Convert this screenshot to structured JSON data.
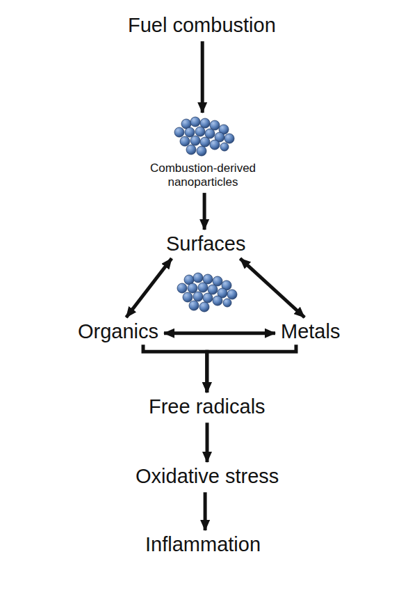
{
  "diagram": {
    "nodes": [
      {
        "text": [
          "Fuel combustion"
        ]
      },
      {
        "text": [
          "Combustion-derived nanoparticles"
        ]
      },
      {
        "text": [
          "Surfaces"
        ]
      },
      {
        "text": [
          "Organics"
        ]
      },
      {
        "text": [
          "Metals"
        ]
      },
      {
        "text": [
          "Free radicals"
        ]
      },
      {
        "text": [
          "Oxidative stress"
        ]
      },
      {
        "text": [
          "Inflammation"
        ]
      }
    ],
    "edges": [
      {
        "from": 0,
        "to": 1,
        "arrow": "to"
      },
      {
        "from": 1,
        "to": 2,
        "arrow": "to"
      },
      {
        "from": 2,
        "to": 3,
        "arrow": "both"
      },
      {
        "from": 2,
        "to": 4,
        "arrow": "both"
      },
      {
        "from": 3,
        "to": 4,
        "arrow": "both"
      },
      {
        "from": 3,
        "to": 5,
        "arrow": "to"
      },
      {
        "from": 4,
        "to": 5,
        "arrow": "to"
      },
      {
        "from": 5,
        "to": 6,
        "arrow": "to"
      },
      {
        "from": 6,
        "to": 7,
        "arrow": "to"
      }
    ]
  }
}
